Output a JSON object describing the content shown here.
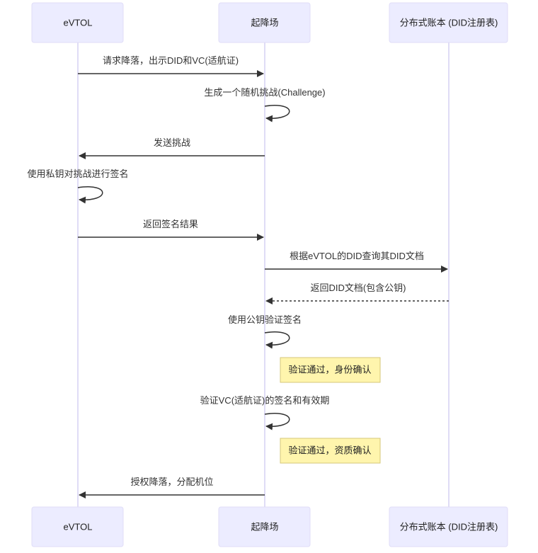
{
  "diagram": {
    "type": "sequence",
    "participants": [
      {
        "id": "evtol",
        "label": "eVTOL"
      },
      {
        "id": "vertiport",
        "label": "起降场"
      },
      {
        "id": "ledger",
        "label": "分布式账本 (DID注册表)"
      }
    ],
    "steps": [
      {
        "kind": "message",
        "from": "evtol",
        "to": "vertiport",
        "style": "solid",
        "text": "请求降落，出示DID和VC(适航证)"
      },
      {
        "kind": "self",
        "on": "vertiport",
        "text": "生成一个随机挑战(Challenge)"
      },
      {
        "kind": "message",
        "from": "vertiport",
        "to": "evtol",
        "style": "solid",
        "text": "发送挑战"
      },
      {
        "kind": "self",
        "on": "evtol",
        "text": "使用私钥对挑战进行签名"
      },
      {
        "kind": "message",
        "from": "evtol",
        "to": "vertiport",
        "style": "solid",
        "text": "返回签名结果"
      },
      {
        "kind": "message",
        "from": "vertiport",
        "to": "ledger",
        "style": "solid",
        "text": "根据eVTOL的DID查询其DID文档"
      },
      {
        "kind": "message",
        "from": "ledger",
        "to": "vertiport",
        "style": "dashed",
        "text": "返回DID文档(包含公钥)"
      },
      {
        "kind": "self",
        "on": "vertiport",
        "text": "使用公钥验证签名"
      },
      {
        "kind": "note",
        "rightOf": "vertiport",
        "text": "验证通过，身份确认"
      },
      {
        "kind": "self",
        "on": "vertiport",
        "text": "验证VC(适航证)的签名和有效期"
      },
      {
        "kind": "note",
        "rightOf": "vertiport",
        "text": "验证通过，资质确认"
      },
      {
        "kind": "message",
        "from": "vertiport",
        "to": "evtol",
        "style": "solid",
        "text": "授权降落，分配机位"
      }
    ]
  },
  "colors": {
    "actor_fill": "#ECECFF",
    "actor_border": "#E0DDF7",
    "lifeline": "#D7D3F3",
    "message_line": "#333333",
    "note_fill": "#FFF5AD",
    "note_border": "#D4C77A"
  }
}
